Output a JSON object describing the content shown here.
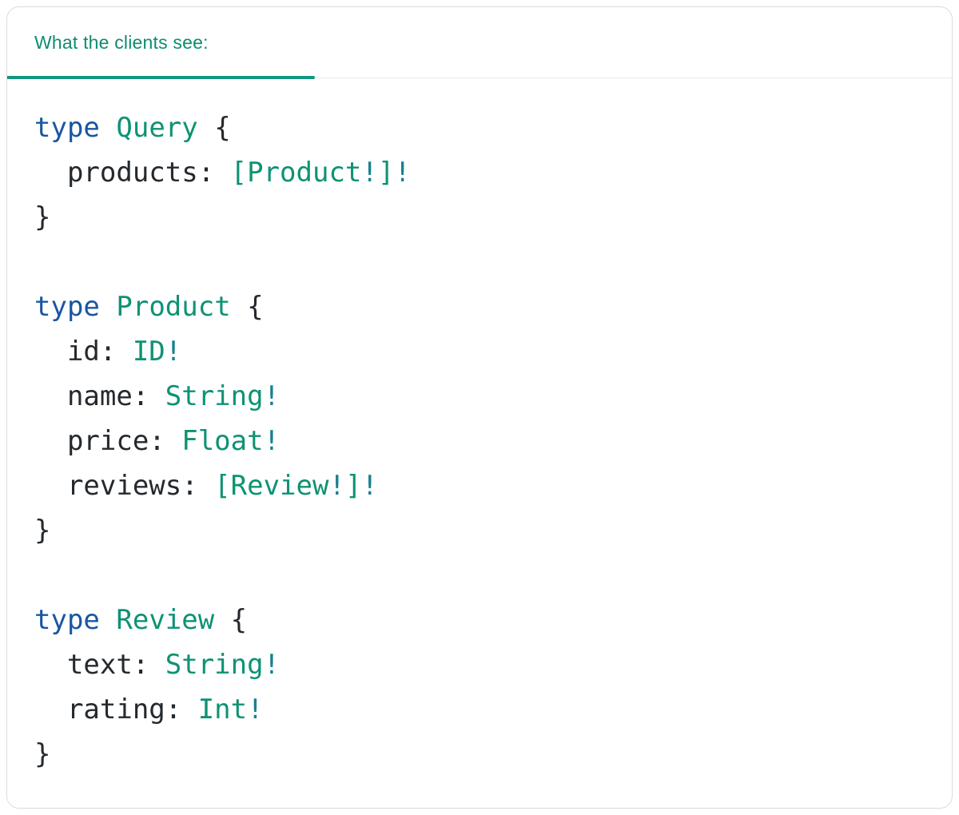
{
  "colors": {
    "keyword": "#1a56a0",
    "typename": "#0e9274",
    "bang": "#19808f",
    "plain": "#24292e",
    "header_accent": "#0d8c72",
    "underline": "#12967d",
    "card_border": "#d8dce0",
    "divider": "#e7e9eb"
  },
  "header": {
    "tab_label": "What the clients see:"
  },
  "code": {
    "language": "graphql",
    "lines": [
      {
        "tokens": [
          {
            "text": "type",
            "style": "keyword"
          },
          {
            "text": " ",
            "style": "plain"
          },
          {
            "text": "Query",
            "style": "typename"
          },
          {
            "text": " {",
            "style": "plain"
          }
        ]
      },
      {
        "tokens": [
          {
            "text": "  products: ",
            "style": "plain"
          },
          {
            "text": "[Product",
            "style": "typename"
          },
          {
            "text": "!",
            "style": "bang"
          },
          {
            "text": "]",
            "style": "typename"
          },
          {
            "text": "!",
            "style": "bang"
          }
        ]
      },
      {
        "tokens": [
          {
            "text": "}",
            "style": "plain"
          }
        ]
      },
      {
        "tokens": []
      },
      {
        "tokens": [
          {
            "text": "type",
            "style": "keyword"
          },
          {
            "text": " ",
            "style": "plain"
          },
          {
            "text": "Product",
            "style": "typename"
          },
          {
            "text": " {",
            "style": "plain"
          }
        ]
      },
      {
        "tokens": [
          {
            "text": "  id: ",
            "style": "plain"
          },
          {
            "text": "ID",
            "style": "typename"
          },
          {
            "text": "!",
            "style": "bang"
          }
        ]
      },
      {
        "tokens": [
          {
            "text": "  name: ",
            "style": "plain"
          },
          {
            "text": "String",
            "style": "typename"
          },
          {
            "text": "!",
            "style": "bang"
          }
        ]
      },
      {
        "tokens": [
          {
            "text": "  price: ",
            "style": "plain"
          },
          {
            "text": "Float",
            "style": "typename"
          },
          {
            "text": "!",
            "style": "bang"
          }
        ]
      },
      {
        "tokens": [
          {
            "text": "  reviews: ",
            "style": "plain"
          },
          {
            "text": "[Review",
            "style": "typename"
          },
          {
            "text": "!",
            "style": "bang"
          },
          {
            "text": "]",
            "style": "typename"
          },
          {
            "text": "!",
            "style": "bang"
          }
        ]
      },
      {
        "tokens": [
          {
            "text": "}",
            "style": "plain"
          }
        ]
      },
      {
        "tokens": []
      },
      {
        "tokens": [
          {
            "text": "type",
            "style": "keyword"
          },
          {
            "text": " ",
            "style": "plain"
          },
          {
            "text": "Review",
            "style": "typename"
          },
          {
            "text": " {",
            "style": "plain"
          }
        ]
      },
      {
        "tokens": [
          {
            "text": "  text: ",
            "style": "plain"
          },
          {
            "text": "String",
            "style": "typename"
          },
          {
            "text": "!",
            "style": "bang"
          }
        ]
      },
      {
        "tokens": [
          {
            "text": "  rating: ",
            "style": "plain"
          },
          {
            "text": "Int",
            "style": "typename"
          },
          {
            "text": "!",
            "style": "bang"
          }
        ]
      },
      {
        "tokens": [
          {
            "text": "}",
            "style": "plain"
          }
        ]
      }
    ]
  }
}
